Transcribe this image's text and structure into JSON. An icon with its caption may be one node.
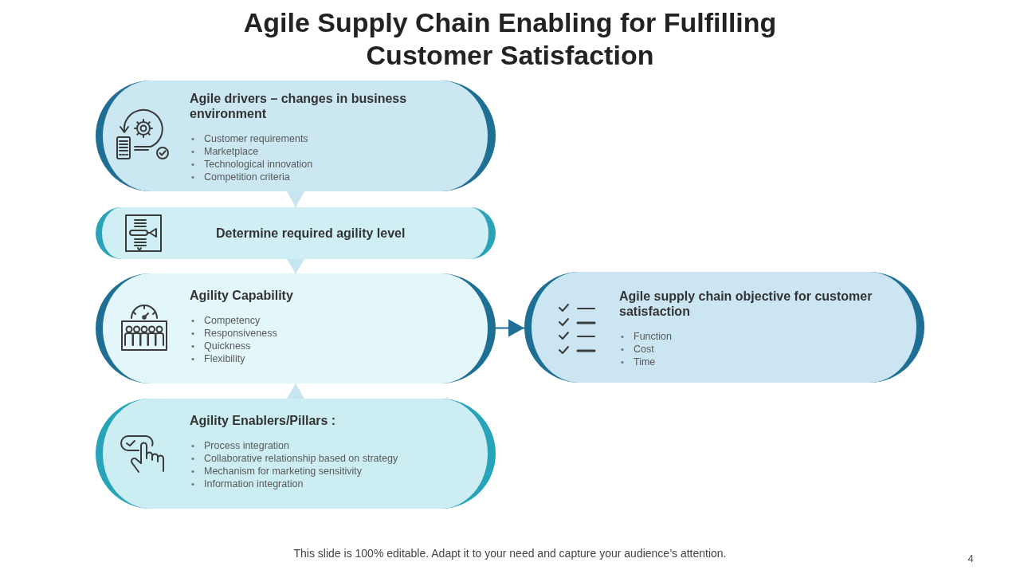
{
  "diagram": {
    "title": "Agile Supply Chain Enabling for Fulfilling Customer Satisfaction",
    "nodes": [
      {
        "text": [
          "Agile drivers – changes in business environment",
          "Customer requirements",
          "Marketplace",
          "Technological innovation",
          "Competition criteria"
        ]
      },
      {
        "text": [
          "Determine required agility level"
        ]
      },
      {
        "text": [
          "Agility Capability",
          "Competency",
          "Responsiveness",
          "Quickness",
          "Flexibility"
        ]
      },
      {
        "text": [
          "Agility Enablers/Pillars :",
          "Process integration",
          "Collaborative relationship based on strategy",
          "Mechanism for marketing sensitivity",
          "Information integration"
        ]
      },
      {
        "text": [
          "Agile supply chain objective for customer satisfaction",
          "Function",
          "Cost",
          "Time"
        ]
      }
    ],
    "edges": [
      {
        "from": 0,
        "to": 1,
        "arrow": "to"
      },
      {
        "from": 1,
        "to": 2,
        "arrow": "to"
      },
      {
        "from": 3,
        "to": 2,
        "arrow": "to"
      },
      {
        "from": 2,
        "to": 4,
        "arrow": "to",
        "color": "#1f6f94"
      }
    ],
    "labels": [
      "This slide is 100% editable. Adapt it to your need and capture your audience’s attention.",
      "4"
    ]
  }
}
